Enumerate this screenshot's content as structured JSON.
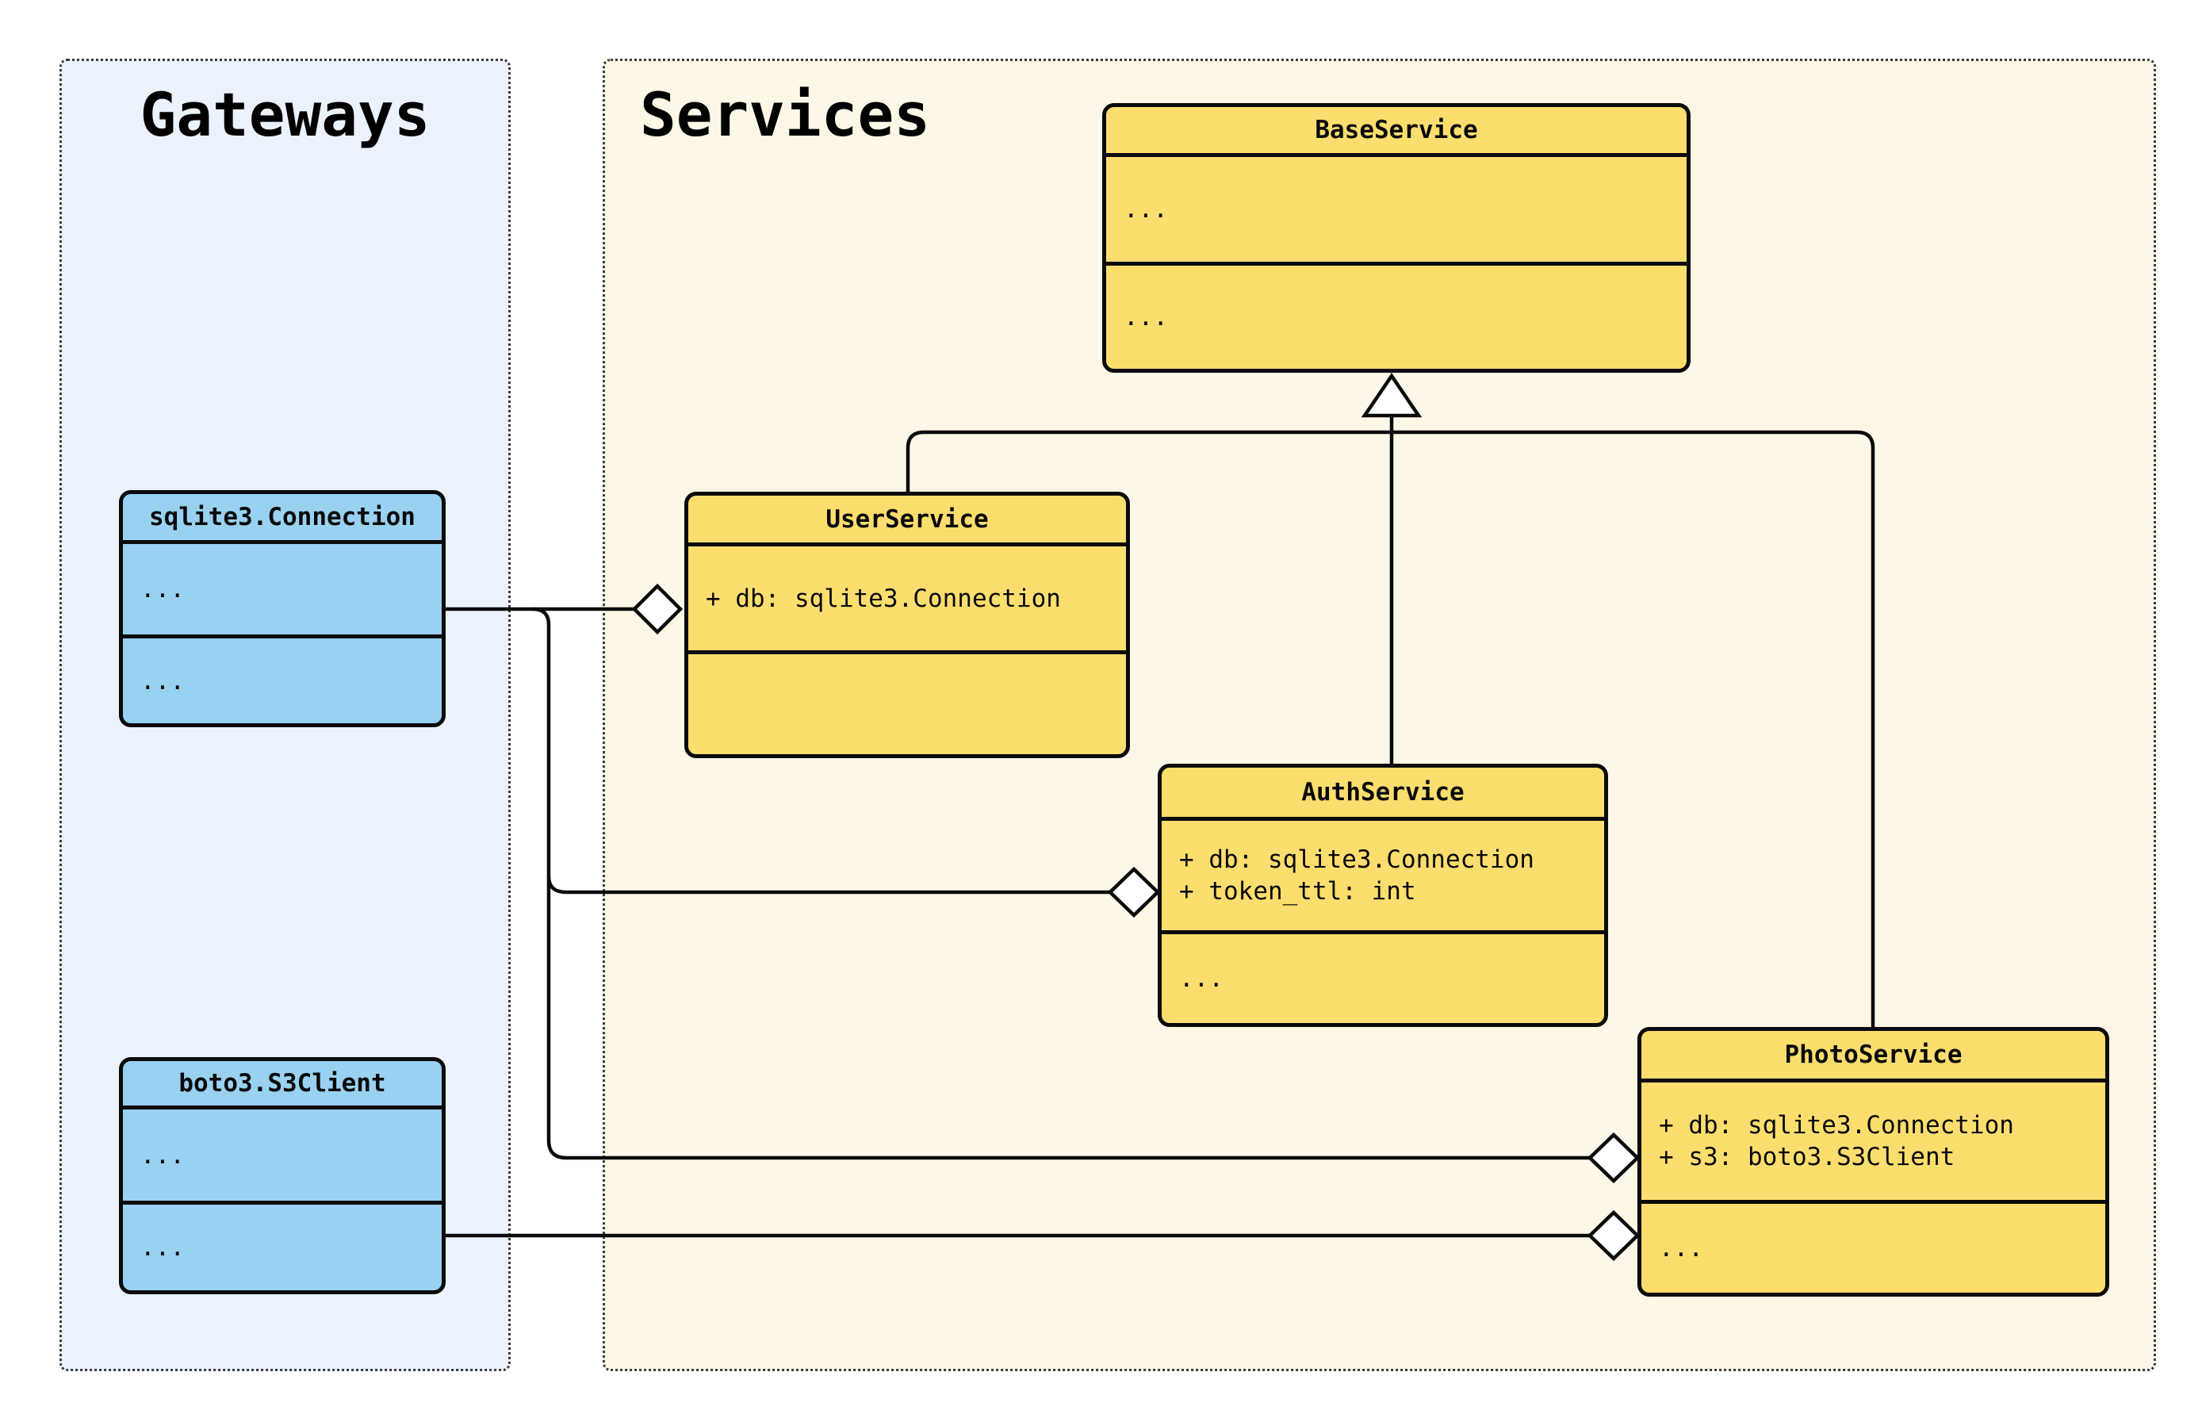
{
  "containers": {
    "gateways": {
      "label": "Gateways"
    },
    "services": {
      "label": "Services"
    }
  },
  "classes": {
    "sqlite3_connection": {
      "name": "sqlite3.Connection",
      "attributes": [
        "..."
      ],
      "methods": [
        "..."
      ]
    },
    "boto3_s3client": {
      "name": "boto3.S3Client",
      "attributes": [
        "..."
      ],
      "methods": [
        "..."
      ]
    },
    "base_service": {
      "name": "BaseService",
      "attributes": [
        "..."
      ],
      "methods": [
        "..."
      ]
    },
    "user_service": {
      "name": "UserService",
      "attributes": [
        "+ db: sqlite3.Connection"
      ],
      "methods": []
    },
    "auth_service": {
      "name": "AuthService",
      "attributes": [
        "+ db: sqlite3.Connection",
        "+ token_ttl: int"
      ],
      "methods": [
        "..."
      ]
    },
    "photo_service": {
      "name": "PhotoService",
      "attributes": [
        "+ db: sqlite3.Connection",
        "+ s3: boto3.S3Client"
      ],
      "methods": [
        "..."
      ]
    }
  },
  "relationships": [
    {
      "type": "inheritance",
      "from": "UserService",
      "to": "BaseService"
    },
    {
      "type": "inheritance",
      "from": "AuthService",
      "to": "BaseService"
    },
    {
      "type": "inheritance",
      "from": "PhotoService",
      "to": "BaseService"
    },
    {
      "type": "aggregation",
      "from": "UserService",
      "to": "sqlite3.Connection"
    },
    {
      "type": "aggregation",
      "from": "AuthService",
      "to": "sqlite3.Connection"
    },
    {
      "type": "aggregation",
      "from": "PhotoService",
      "to": "sqlite3.Connection"
    },
    {
      "type": "aggregation",
      "from": "PhotoService",
      "to": "boto3.S3Client"
    }
  ],
  "colors": {
    "canvas": "#FFFFFF",
    "gateways_bg": "#EBF2FB",
    "services_bg": "#FDF7E7",
    "gateway_fill": "#99D1F1",
    "service_fill": "#FCDE6E",
    "stroke": "#0B0B0B",
    "marker_fill": "#FFFFFF",
    "container_border": "#3A3A3A"
  }
}
